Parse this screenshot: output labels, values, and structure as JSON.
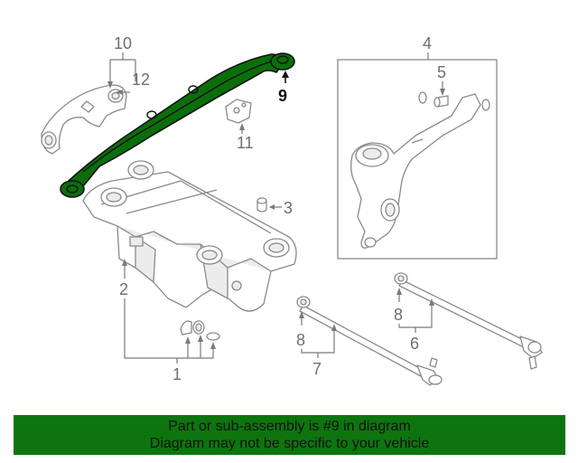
{
  "diagram": {
    "labels": {
      "p1": "1",
      "p2": "2",
      "p3": "3",
      "p4": "4",
      "p5": "5",
      "p6": "6",
      "p7": "7",
      "p8a": "8",
      "p8b": "8",
      "p9": "9",
      "p10": "10",
      "p11": "11",
      "p12": "12"
    },
    "highlight_color": "#0b6e0b"
  },
  "banner": {
    "line1": "Part or sub-assembly is #9 in diagram",
    "line2": "Diagram may not be specific to your vehicle",
    "color": "#0e750e"
  }
}
